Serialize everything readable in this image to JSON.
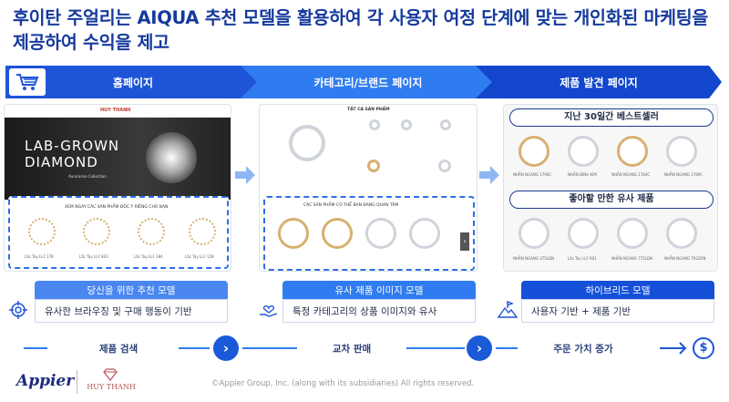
{
  "title_line1": "후이탄 주얼리는 AIQUA 추천 모델을 활용하여 각 사용자 여정 단계에 맞는 개인화된 마케팅을",
  "title_line2": "제공하여 수익을 제고",
  "banners": [
    "홈페이지",
    "카테고리/브랜드 페이지",
    "제품 발견 페이지"
  ],
  "home": {
    "hero_line1": "LAB-GROWN",
    "hero_line2": "DIAMOND",
    "hero_sub": "Aurorarise Collection",
    "brand": "HUY THANH",
    "rec_title": "XEM NGAY CÁC SẢN PHẨM ĐỘC Ý RIÊNG CHO BẠN",
    "items": [
      "Lắc Tay LLF 178",
      "Lắc Tay LLF 803",
      "Lắc Tay LLF 384",
      "Lắc Tay LLF 128"
    ]
  },
  "category": {
    "header": "TẤT CẢ SẢN PHẨM",
    "rec_title": "CÁC SẢN PHẨM CÓ THỂ BẠN ĐANG QUAN TÂM"
  },
  "discovery": {
    "bestseller_label": "지난 30일간 베스트셀러",
    "similar_label": "좋아할 만한 유사 제품",
    "items_top": [
      "NHẪN NGANG 1796C",
      "NHẪN ĐÍNH KIM",
      "NHẪN NGANG 1784C",
      "NHẪN NGANG 1789C"
    ],
    "items_bottom": [
      "NHẪN NGANG 375LDN",
      "Lắc Tay LLF 901",
      "NHẪN NGANG 772LDN",
      "NHẪN NGANG 7932DN"
    ]
  },
  "models": [
    {
      "title": "당신을 위한 추천 모델",
      "desc": "유사한 브라우징 및 구매 행동이 기반",
      "icon": "target-icon"
    },
    {
      "title": "유사 제품 이미지 모델",
      "desc": "특정 카테고리의 상품 이미지와 유사",
      "icon": "hand-heart-icon"
    },
    {
      "title": "하이브리드 모델",
      "desc": "사용자 기반 + 제품 기반",
      "icon": "mountain-flag-icon"
    }
  ],
  "flow": [
    "제품 검색",
    "교차 판매",
    "주문 가치 증가"
  ],
  "footer": {
    "appier": "Appier",
    "partner": "HUY THANH",
    "copyright": "©Appier Group, Inc. (along with its subsidiaries) All rights reserved."
  },
  "colors": {
    "primary": "#1e55d8",
    "title": "#163a9c",
    "accent": "#2f7cf0"
  }
}
